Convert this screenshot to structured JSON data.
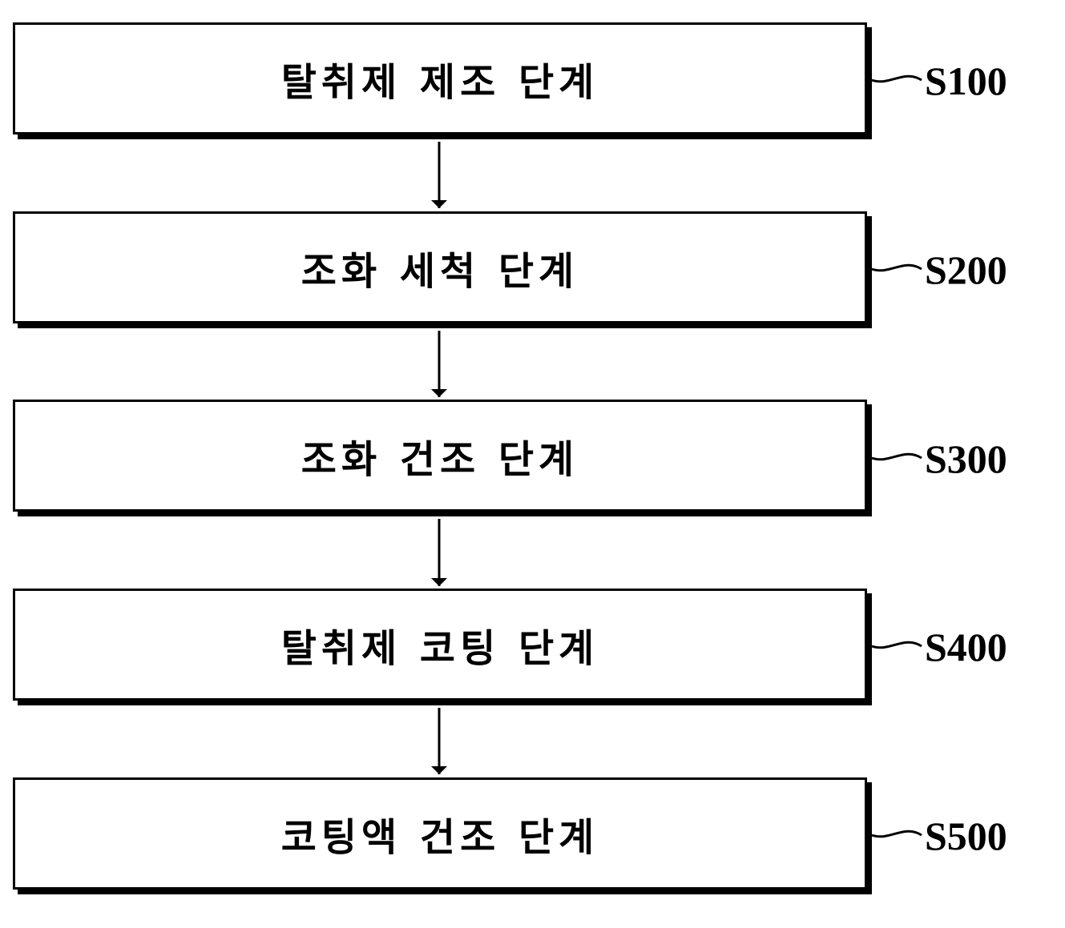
{
  "flowchart": {
    "steps": [
      {
        "id": "S100",
        "label": "탈취제 제조 단계"
      },
      {
        "id": "S200",
        "label": "조화 세척 단계"
      },
      {
        "id": "S300",
        "label": "조화 건조 단계"
      },
      {
        "id": "S400",
        "label": "탈취제 코팅 단계"
      },
      {
        "id": "S500",
        "label": "코팅액 건조 단계"
      }
    ]
  }
}
